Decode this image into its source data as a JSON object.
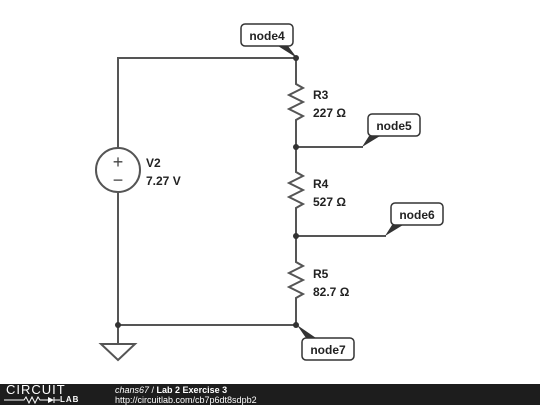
{
  "circuit": {
    "source": {
      "name": "V2",
      "value": "7.27 V",
      "plus": "+",
      "minus": "−"
    },
    "resistors": [
      {
        "name": "R3",
        "value": "227 Ω"
      },
      {
        "name": "R4",
        "value": "527 Ω"
      },
      {
        "name": "R5",
        "value": "82.7 Ω"
      }
    ],
    "nodes": [
      "node4",
      "node5",
      "node6",
      "node7"
    ]
  },
  "footer": {
    "logo_top": "CIRCUIT",
    "logo_bottom": "LAB",
    "author": "chans67",
    "separator": " / ",
    "title": "Lab 2 Exercise 3",
    "url": "http://circuitlab.com/cb7p6dt8sdpb2"
  },
  "colors": {
    "wire": "#555555",
    "footer_bg": "#1d1d1d",
    "tag_border": "#333333"
  }
}
